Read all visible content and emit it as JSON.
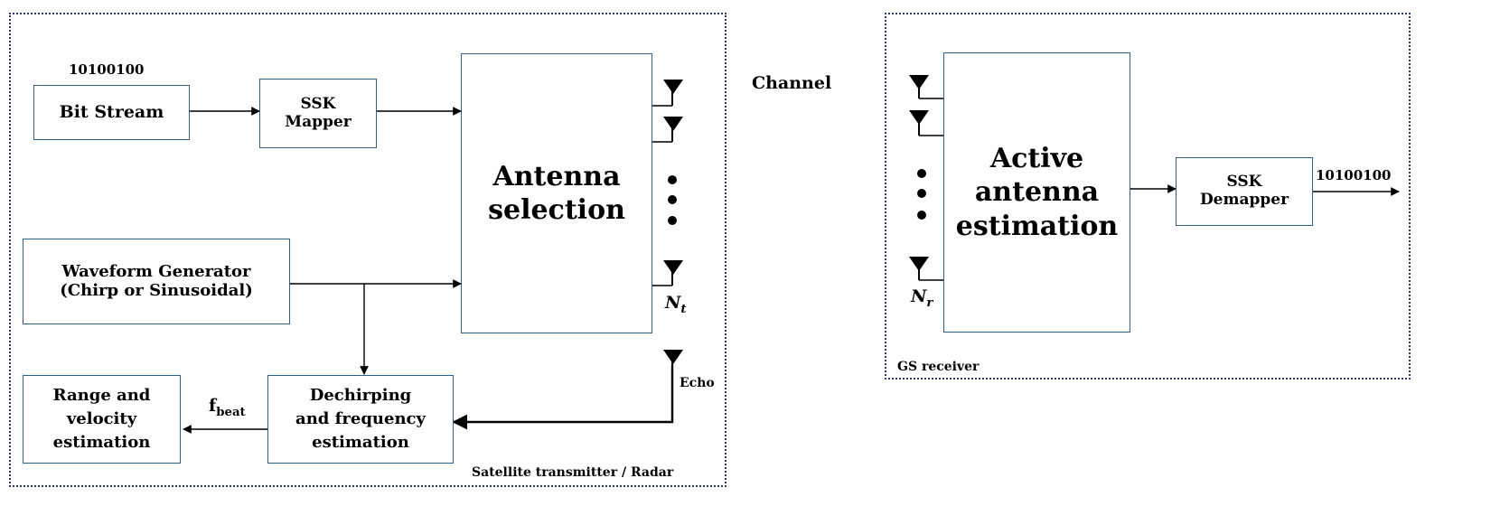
{
  "transmitter": {
    "caption": "Satellite transmitter / Radar",
    "bit_sequence": "10100100",
    "bit_stream": "Bit Stream",
    "ssk_mapper_line1": "SSK",
    "ssk_mapper_line2": "Mapper",
    "antenna_selection_line1": "Antenna",
    "antenna_selection_line2": "selection",
    "waveform_line1": "Waveform Generator",
    "waveform_line2": "(Chirp or Sinusoidal)",
    "dechirp_line1": "Dechirping",
    "dechirp_line2": "and frequency",
    "dechirp_line3": "estimation",
    "range_line1": "Range and",
    "range_line2": "velocity",
    "range_line3": "estimation",
    "fbeat_main": "f",
    "fbeat_sub": "beat",
    "nt_main": "N",
    "nt_sub": "t",
    "echo": "Echo"
  },
  "channel_label": "Channel",
  "receiver": {
    "caption": "GS receiver",
    "active_line1": "Active",
    "active_line2": "antenna",
    "active_line3": "estimation",
    "demapper_line1": "SSK",
    "demapper_line2": "Demapper",
    "output_bits": "10100100",
    "nr_main": "N",
    "nr_sub": "r"
  },
  "colors": {
    "frame": "#2a3b6b",
    "box_border": "#2d5f8a",
    "line": "#000000"
  }
}
